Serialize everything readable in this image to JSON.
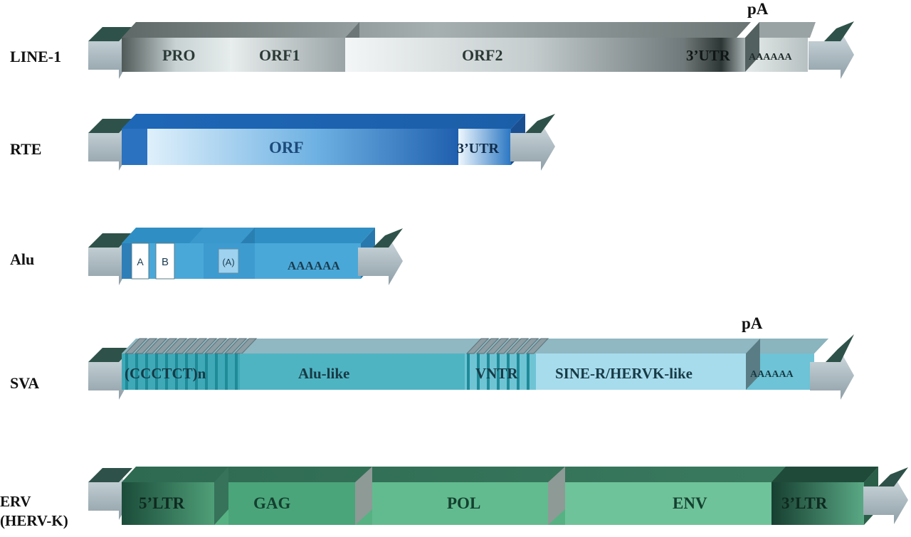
{
  "elements": [
    {
      "label": "LINE-1",
      "segments": [
        "PRO",
        "ORF1",
        "ORF2",
        "3’UTR"
      ],
      "tail": "AAAAAA",
      "signal": "pA"
    },
    {
      "label": "RTE",
      "segments": [
        "ORF",
        "3’UTR"
      ]
    },
    {
      "label": "Alu",
      "boxes": [
        "A",
        "B",
        "(A)"
      ],
      "tail": "AAAAAA"
    },
    {
      "label": "SVA",
      "segments": [
        "(CCCTCT)n",
        "Alu-like",
        "VNTR",
        "SINE-R/HERVK-like"
      ],
      "tail": "AAAAAA",
      "signal": "pA"
    },
    {
      "label": "ERV",
      "sublabel": "(HERV-K)",
      "segments": [
        "5’LTR",
        "GAG",
        "POL",
        "ENV",
        "3’LTR"
      ]
    }
  ],
  "colors": {
    "line1": "#9aa4a6",
    "rte": "#2f7fc8",
    "alu": "#4aa8d8",
    "sva": "#6cc0d6",
    "erv": "#4fae7c",
    "arrow_light": "#a9b7be",
    "arrow_dark": "#2a4d45"
  }
}
